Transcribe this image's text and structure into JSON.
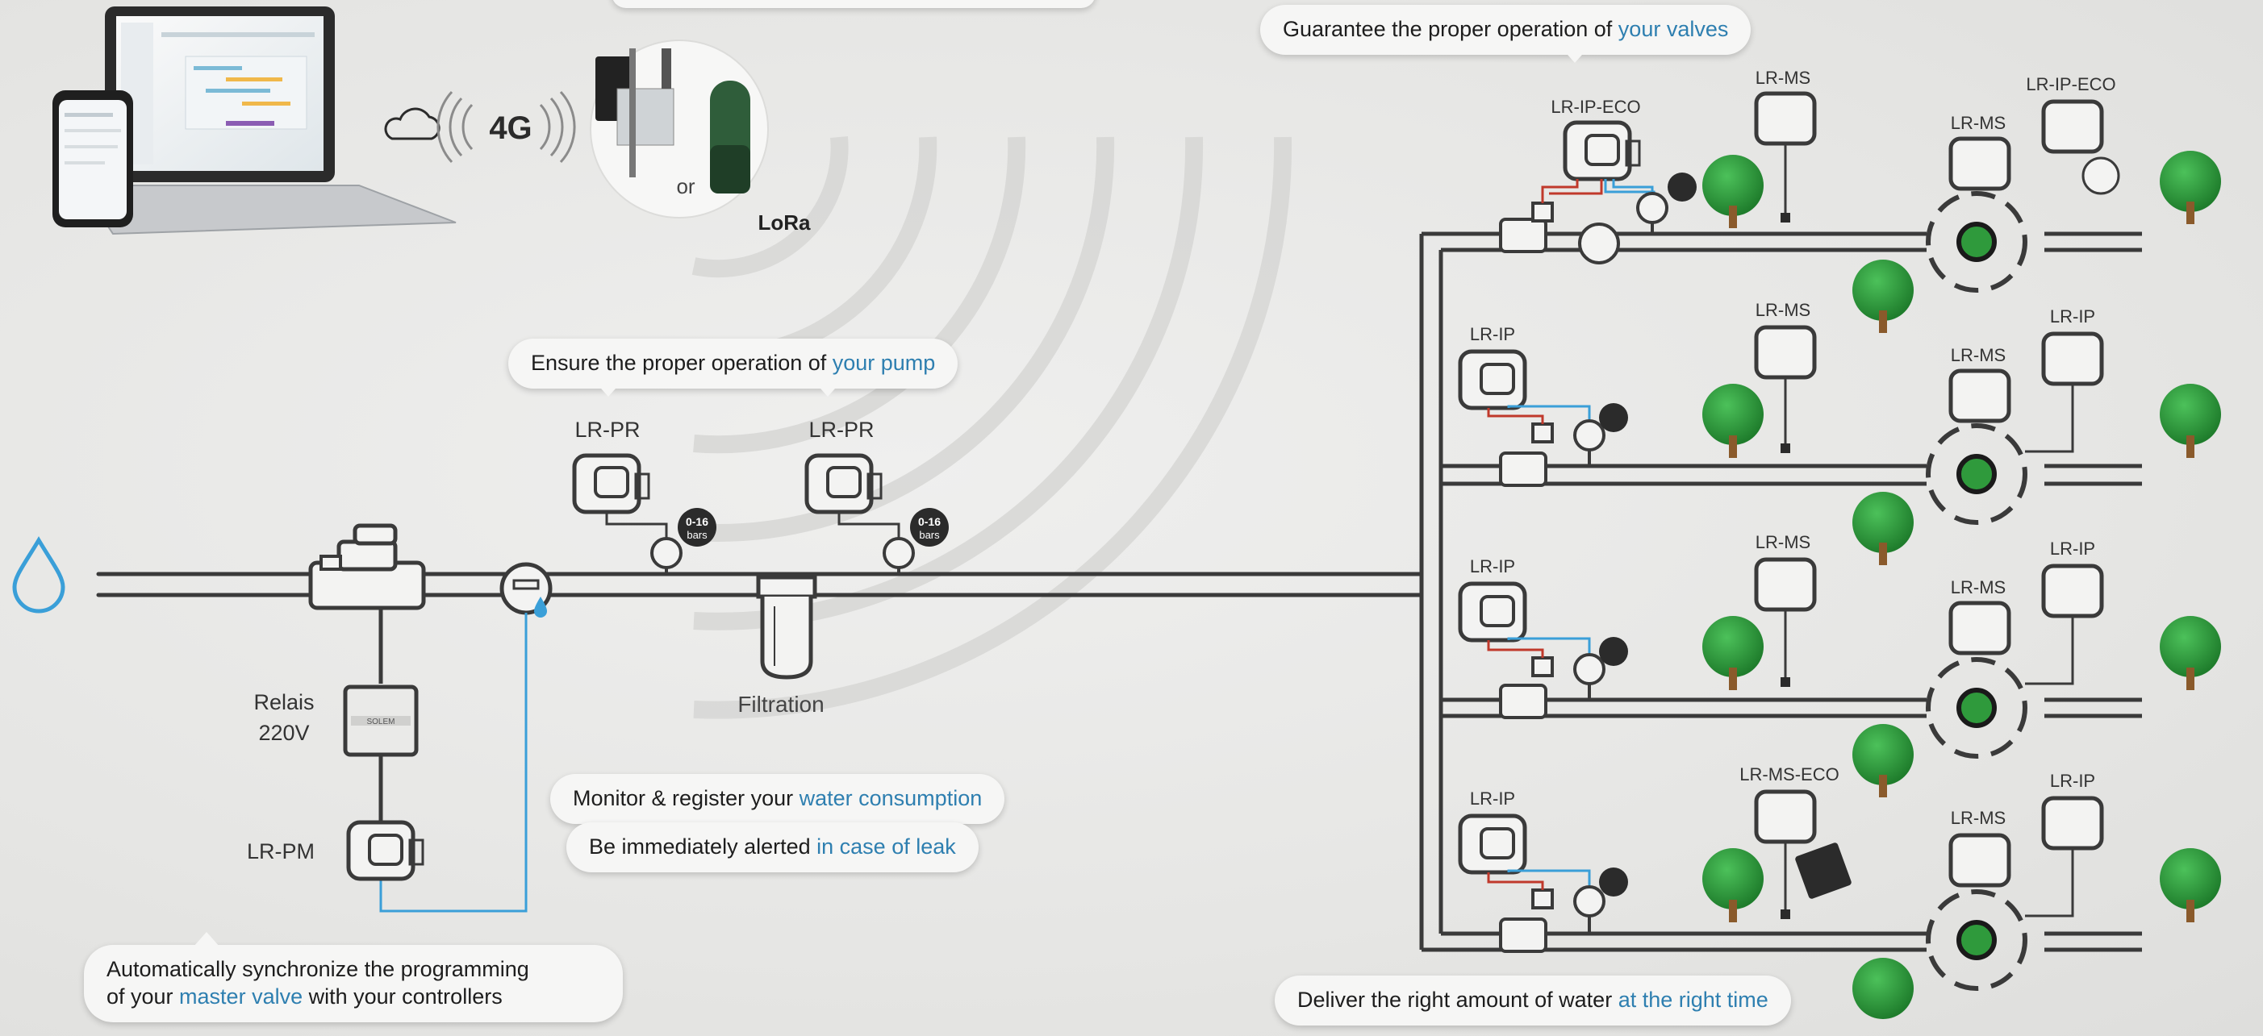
{
  "bubbles": {
    "top_left_partial": {
      "prefix": "",
      "highlight": ""
    },
    "valves": {
      "prefix": "Guarantee the proper operation of ",
      "highlight": "your valves"
    },
    "pump": {
      "prefix": "Ensure the proper operation of ",
      "highlight": "your pump"
    },
    "consumption": {
      "prefix": "Monitor & register your ",
      "highlight": "water consumption"
    },
    "leak": {
      "prefix": "Be immediately alerted ",
      "highlight": "in case of leak"
    },
    "sync": {
      "line1": "Automatically synchronize the programming",
      "line2_prefix": "of your ",
      "highlight": "master valve",
      "line2_suffix": " with your controllers"
    },
    "water": {
      "prefix": "Deliver the right amount of water ",
      "highlight": "at the right time"
    }
  },
  "network": {
    "cellular": "4G",
    "gateway_or": "or",
    "protocol": "LoRa",
    "brand": "SOLEM"
  },
  "pump_section": {
    "sensors": [
      {
        "label": "LR-PR",
        "gauge_range": "0-16",
        "gauge_unit": "bars"
      },
      {
        "label": "LR-PR",
        "gauge_range": "0-16",
        "gauge_unit": "bars"
      }
    ],
    "filtration_label": "Filtration",
    "relay_label_1": "Relais",
    "relay_label_2": "220V",
    "master_controller": "LR-PM"
  },
  "zones": [
    {
      "valve_controller": "LR-IP-ECO",
      "ms_top": "LR-MS",
      "ms_mid": "LR-MS",
      "right_controller": "LR-IP-ECO"
    },
    {
      "valve_controller": "LR-IP",
      "ms_top": "LR-MS",
      "ms_mid": "LR-MS",
      "right_controller": "LR-IP"
    },
    {
      "valve_controller": "LR-IP",
      "ms_top": "LR-MS",
      "ms_mid": "LR-MS",
      "right_controller": "LR-IP"
    },
    {
      "valve_controller": "LR-IP",
      "ms_top": "LR-MS-ECO",
      "ms_mid": "LR-MS",
      "right_controller": "LR-IP"
    }
  ],
  "colors": {
    "pipe": "#3a3a3a",
    "accent": "#2e7fb0",
    "tree": "#2f9a3c",
    "red_wire": "#c0392b",
    "drop": "#3a9fd8"
  }
}
